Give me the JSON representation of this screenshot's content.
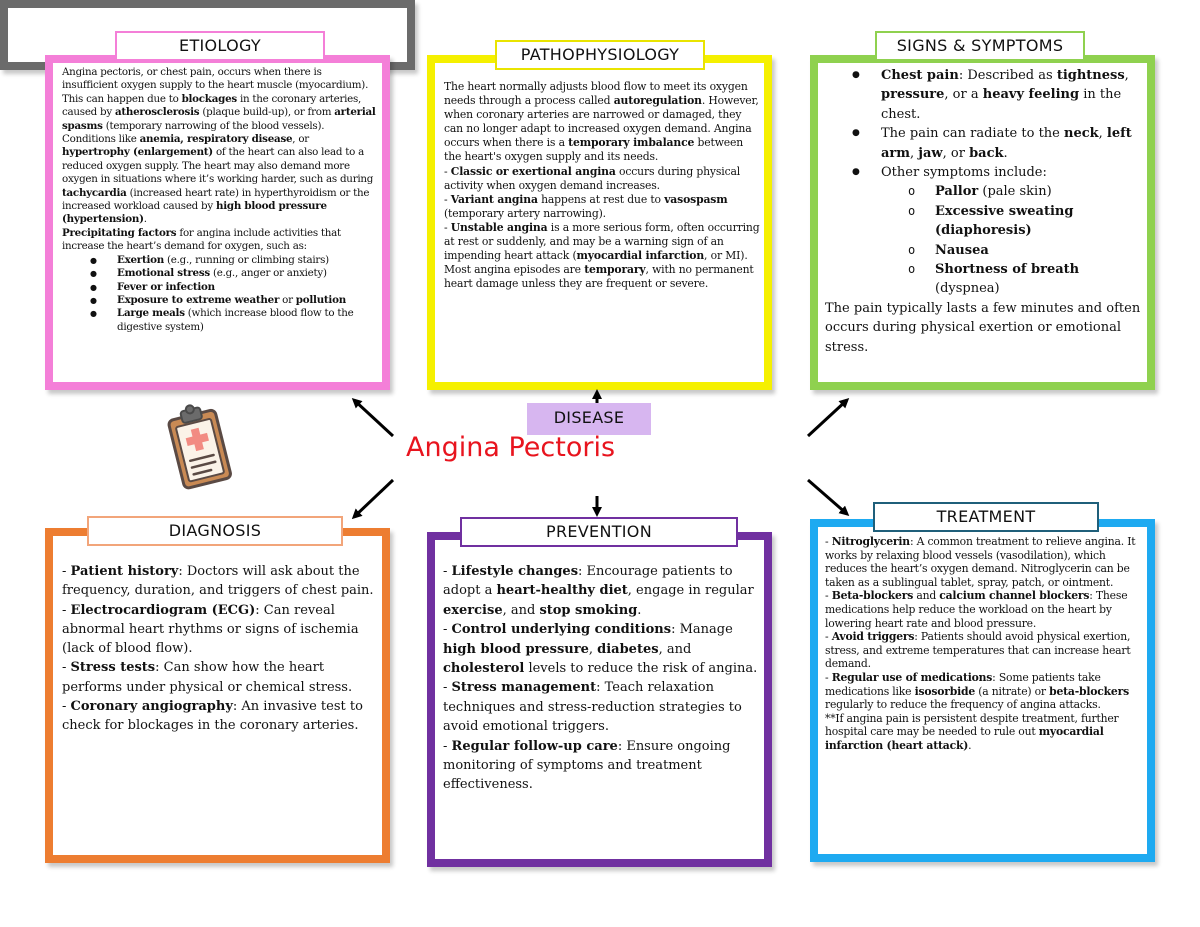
{
  "etiology": {
    "label": "ETIOLOGY",
    "p1": [
      {
        "t": "Angina pectoris, or chest pain, occurs when there is insufficient oxygen supply to the heart muscle (myocardium). This can happen due to "
      },
      {
        "t": "blockages",
        "b": true
      },
      {
        "t": " in the coronary arteries, caused by "
      },
      {
        "t": "atherosclerosis",
        "b": true
      },
      {
        "t": " (plaque build-up), or from "
      },
      {
        "t": "arterial spasms",
        "b": true
      },
      {
        "t": " (temporary narrowing of the blood vessels). Conditions like "
      },
      {
        "t": "anemia, respiratory disease",
        "b": true
      },
      {
        "t": ", or "
      },
      {
        "t": "hypertrophy (enlargement)",
        "b": true
      },
      {
        "t": " of the heart can also lead to a reduced oxygen supply. The heart may also demand more oxygen in situations where it’s working harder, such as during "
      },
      {
        "t": "tachycardia",
        "b": true
      },
      {
        "t": " (increased heart rate) in hyperthyroidism or the increased workload caused by "
      },
      {
        "t": "high blood pressure (hypertension)",
        "b": true
      },
      {
        "t": "."
      }
    ],
    "p2": [
      {
        "t": "Precipitating factors",
        "b": true
      },
      {
        "t": " for angina include activities that increase the heart’s demand for oxygen, such as:"
      }
    ],
    "bullets": [
      [
        {
          "t": "Exertion",
          "b": true
        },
        {
          "t": " (e.g., running or climbing stairs)"
        }
      ],
      [
        {
          "t": "Emotional stress",
          "b": true
        },
        {
          "t": " (e.g., anger or anxiety)"
        }
      ],
      [
        {
          "t": "Fever or infection",
          "b": true
        }
      ],
      [
        {
          "t": "Exposure to extreme weather",
          "b": true
        },
        {
          "t": " or "
        },
        {
          "t": "pollution",
          "b": true
        }
      ],
      [
        {
          "t": "Large meals",
          "b": true
        },
        {
          "t": " (which increase blood flow to the digestive system)"
        }
      ]
    ]
  },
  "pathophysiology": {
    "label": "PATHOPHYSIOLOGY",
    "paragraphs": [
      [
        {
          "t": "The heart normally adjusts blood flow to meet its oxygen needs through a process called "
        },
        {
          "t": "autoregulation",
          "b": true
        },
        {
          "t": ". However, when coronary arteries are narrowed or damaged, they can no longer adapt to increased oxygen demand. Angina occurs when there is a "
        },
        {
          "t": "temporary imbalance",
          "b": true
        },
        {
          "t": " between the heart's oxygen supply and its needs."
        }
      ],
      [
        {
          "t": "- "
        },
        {
          "t": "Classic or exertional angina",
          "b": true
        },
        {
          "t": " occurs during physical activity when oxygen demand increases."
        }
      ],
      [
        {
          "t": "- "
        },
        {
          "t": "Variant angina",
          "b": true
        },
        {
          "t": " happens at rest due to "
        },
        {
          "t": "vasospasm",
          "b": true
        },
        {
          "t": " (temporary artery narrowing)."
        }
      ],
      [
        {
          "t": "- "
        },
        {
          "t": "Unstable angina",
          "b": true
        },
        {
          "t": " is a more serious form, often occurring at rest or suddenly, and may be a warning sign of an impending heart attack ("
        },
        {
          "t": "myocardial infarction",
          "b": true
        },
        {
          "t": ", or MI)."
        }
      ],
      [
        {
          "t": "Most angina episodes are "
        },
        {
          "t": "temporary",
          "b": true
        },
        {
          "t": ", with no permanent heart damage unless they are frequent or severe."
        }
      ]
    ]
  },
  "signs": {
    "label": "SIGNS & SYMPTOMS",
    "bullets": [
      [
        {
          "t": "Chest pain",
          "b": true
        },
        {
          "t": ": Described as "
        },
        {
          "t": "tightness",
          "b": true
        },
        {
          "t": ", "
        },
        {
          "t": "pressure",
          "b": true
        },
        {
          "t": ", or a "
        },
        {
          "t": "heavy feeling",
          "b": true
        },
        {
          "t": " in the chest."
        }
      ],
      [
        {
          "t": "The pain can radiate to the "
        },
        {
          "t": "neck",
          "b": true
        },
        {
          "t": ", "
        },
        {
          "t": "left arm",
          "b": true
        },
        {
          "t": ", "
        },
        {
          "t": "jaw",
          "b": true
        },
        {
          "t": ", or "
        },
        {
          "t": "back",
          "b": true
        },
        {
          "t": "."
        }
      ],
      [
        {
          "t": "Other symptoms include:"
        }
      ]
    ],
    "sub_bullets": [
      [
        {
          "t": "Pallor",
          "b": true
        },
        {
          "t": " (pale skin)"
        }
      ],
      [
        {
          "t": "Excessive sweating (diaphoresis)",
          "b": true
        }
      ],
      [
        {
          "t": "Nausea",
          "b": true
        }
      ],
      [
        {
          "t": "Shortness of breath",
          "b": true
        },
        {
          "t": " (dyspnea)"
        }
      ]
    ],
    "footer": "The pain typically lasts a few minutes and often occurs during physical exertion or emotional stress."
  },
  "disease": {
    "label": "DISEASE",
    "title": "Angina Pectoris",
    "title_color": "#e8141e"
  },
  "diagnosis": {
    "label": "DIAGNOSIS",
    "paragraphs": [
      [
        {
          "t": "- "
        },
        {
          "t": "Patient history",
          "b": true
        },
        {
          "t": ": Doctors will ask about the frequency, duration, and triggers of chest pain."
        }
      ],
      [
        {
          "t": "- "
        },
        {
          "t": "Electrocardiogram (ECG)",
          "b": true
        },
        {
          "t": ": Can reveal abnormal heart rhythms or signs of ischemia (lack of blood flow)."
        }
      ],
      [
        {
          "t": "- "
        },
        {
          "t": "Stress tests",
          "b": true
        },
        {
          "t": ": Can show how the heart performs under physical or chemical stress."
        }
      ],
      [
        {
          "t": "- "
        },
        {
          "t": "Coronary angiography",
          "b": true
        },
        {
          "t": ": An invasive test to check for blockages in the coronary arteries."
        }
      ]
    ]
  },
  "prevention": {
    "label": "PREVENTION",
    "paragraphs": [
      [
        {
          "t": "- "
        },
        {
          "t": "Lifestyle changes",
          "b": true
        },
        {
          "t": ": Encourage patients to adopt a "
        },
        {
          "t": "heart-healthy diet",
          "b": true
        },
        {
          "t": ", engage in regular "
        },
        {
          "t": "exercise",
          "b": true
        },
        {
          "t": ", and "
        },
        {
          "t": "stop smoking",
          "b": true
        },
        {
          "t": "."
        }
      ],
      [
        {
          "t": "- "
        },
        {
          "t": "Control underlying conditions",
          "b": true
        },
        {
          "t": ": Manage "
        },
        {
          "t": "high blood pressure",
          "b": true
        },
        {
          "t": ", "
        },
        {
          "t": "diabetes",
          "b": true
        },
        {
          "t": ", and "
        },
        {
          "t": "cholesterol",
          "b": true
        },
        {
          "t": " levels to reduce the risk of angina."
        }
      ],
      [
        {
          "t": "- "
        },
        {
          "t": "Stress management",
          "b": true
        },
        {
          "t": ": Teach relaxation techniques and stress-reduction strategies to avoid emotional triggers."
        }
      ],
      [
        {
          "t": "- "
        },
        {
          "t": "Regular follow-up care",
          "b": true
        },
        {
          "t": ": Ensure ongoing monitoring of symptoms and treatment effectiveness."
        }
      ]
    ]
  },
  "treatment": {
    "label": "TREATMENT",
    "paragraphs": [
      [
        {
          "t": "- "
        },
        {
          "t": "Nitroglycerin",
          "b": true
        },
        {
          "t": ": A common treatment to relieve angina. It works by relaxing blood vessels (vasodilation), which reduces the heart’s oxygen demand. Nitroglycerin can be taken as a sublingual tablet, spray, patch, or ointment."
        }
      ],
      [
        {
          "t": "- "
        },
        {
          "t": "Beta-blockers",
          "b": true
        },
        {
          "t": " and "
        },
        {
          "t": "calcium channel blockers",
          "b": true
        },
        {
          "t": ": These medications help reduce the workload on the heart by lowering heart rate and blood pressure."
        }
      ],
      [
        {
          "t": "- "
        },
        {
          "t": "Avoid triggers",
          "b": true
        },
        {
          "t": ": Patients should avoid physical exertion, stress, and extreme temperatures that can increase heart demand."
        }
      ],
      [
        {
          "t": "- "
        },
        {
          "t": "Regular use of medications",
          "b": true
        },
        {
          "t": ": Some patients take medications like "
        },
        {
          "t": "isosorbide",
          "b": true
        },
        {
          "t": " (a nitrate) or "
        },
        {
          "t": "beta-blockers",
          "b": true
        },
        {
          "t": " regularly to reduce the frequency of angina attacks."
        }
      ],
      [
        {
          "t": "**If angina pain is persistent despite treatment, further hospital care may be needed to rule out "
        },
        {
          "t": "myocardial infarction (heart attack)",
          "b": true
        },
        {
          "t": "."
        }
      ]
    ]
  },
  "colors": {
    "etiology": "#f47fd8",
    "pathophysiology": "#f5f000",
    "signs": "#8fd14f",
    "diagnosis": "#ed7d31",
    "prevention": "#7030a0",
    "treatment": "#1eaaf1",
    "center": "#6b6b6b",
    "disease_label_bg": "#d7b6f0"
  },
  "icon": "clipboard-medical-icon"
}
